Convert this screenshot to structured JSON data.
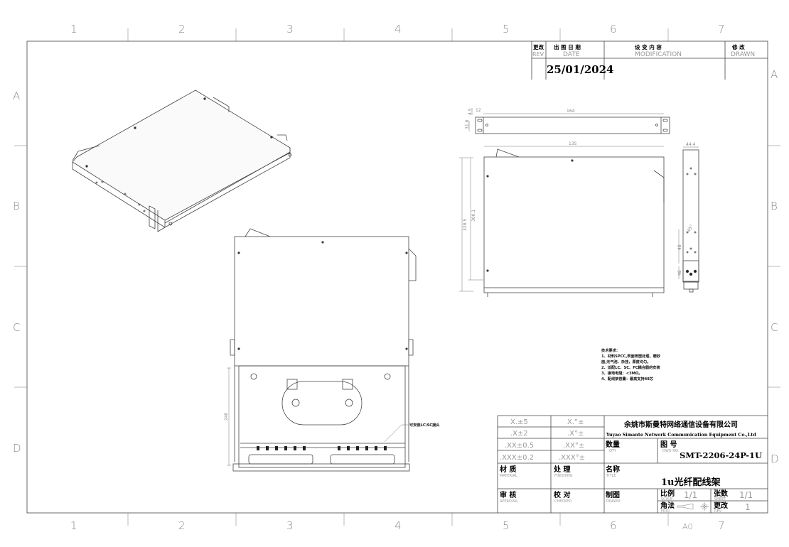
{
  "zones": {
    "columns": [
      "1",
      "2",
      "3",
      "4",
      "5",
      "6",
      "7"
    ],
    "rows": [
      "A",
      "B",
      "C",
      "D"
    ]
  },
  "revision_block": {
    "rev_cn": "更改",
    "rev_en": "REV",
    "date_cn": "出 图 日 期",
    "date_en": "DATE",
    "mod_cn": "设 变 内 容",
    "mod_en": "MODIFICATION",
    "drawn_cn": "修 改",
    "drawn_en": "DRAWN",
    "date_value": "25/01/2024"
  },
  "dimensions": {
    "front_width": "164",
    "hole_offset": "12",
    "hole_top": "4.5",
    "hole_spacing": "31.8",
    "depth": "135",
    "overall_length": "328.5",
    "inner_length": "300.1",
    "side_width": "44.4",
    "side_a": "48",
    "side_b": "48",
    "side_angle": "45°",
    "drawer_depth": "240"
  },
  "callout": "可安装LC\\SC接头",
  "tech_notes": {
    "title": "技术要求：",
    "items": [
      "1、材料SPCC,表面喷塑处理，磨砂",
      "   面,无气泡、杂挂，厚度均匀。",
      "2、适配LC、SC、FC耦合器的安装",
      "3、接地电阻：<3MΩ。",
      "4、配线架容量：最高支持48芯"
    ]
  },
  "title_block": {
    "tolerances": [
      [
        "X.±5",
        "X.°±"
      ],
      [
        ".X±2",
        ".X°±"
      ],
      [
        ".XX±0.5",
        ".XX°±"
      ],
      [
        ".XXX±0.2",
        ".XXX°±"
      ]
    ],
    "company_cn": "余姚市斯曼特网络通信设备有限公司",
    "company_en": "Yuyao Simante Network Communication Equipment Co.,Ltd",
    "qty_cn": "数量",
    "qty_en": "QTY",
    "dwg_cn": "图  号",
    "dwg_en": "DWG NO.",
    "dwg_no": "SMT-2206-24P-1U",
    "material_cn": "材  质",
    "material_en": "MATERIAL",
    "finishing_cn": "处  理",
    "finishing_en": "FINISHING",
    "title_cn": "名称",
    "title_en": "TITLE",
    "title_value": "1u光纤配线架",
    "approval_cn": "审  核",
    "approval_en": "APPROVAL",
    "checked_cn": "校  对",
    "checked_en": "CHECKED",
    "drawn_cn": "制图",
    "drawn_en": "DRAWN",
    "scale_cn": "比例",
    "scale_en": "SCALE",
    "scale_value": "1/1",
    "sheet_cn": "张数",
    "sheet_en": "SHEET",
    "sheet_value": "1/1",
    "proj_cn": "角法",
    "proj_en": "PROJ.",
    "rev_cn": "更改",
    "rev_en": "REV",
    "rev_value": "1",
    "paper_size": "A0"
  }
}
